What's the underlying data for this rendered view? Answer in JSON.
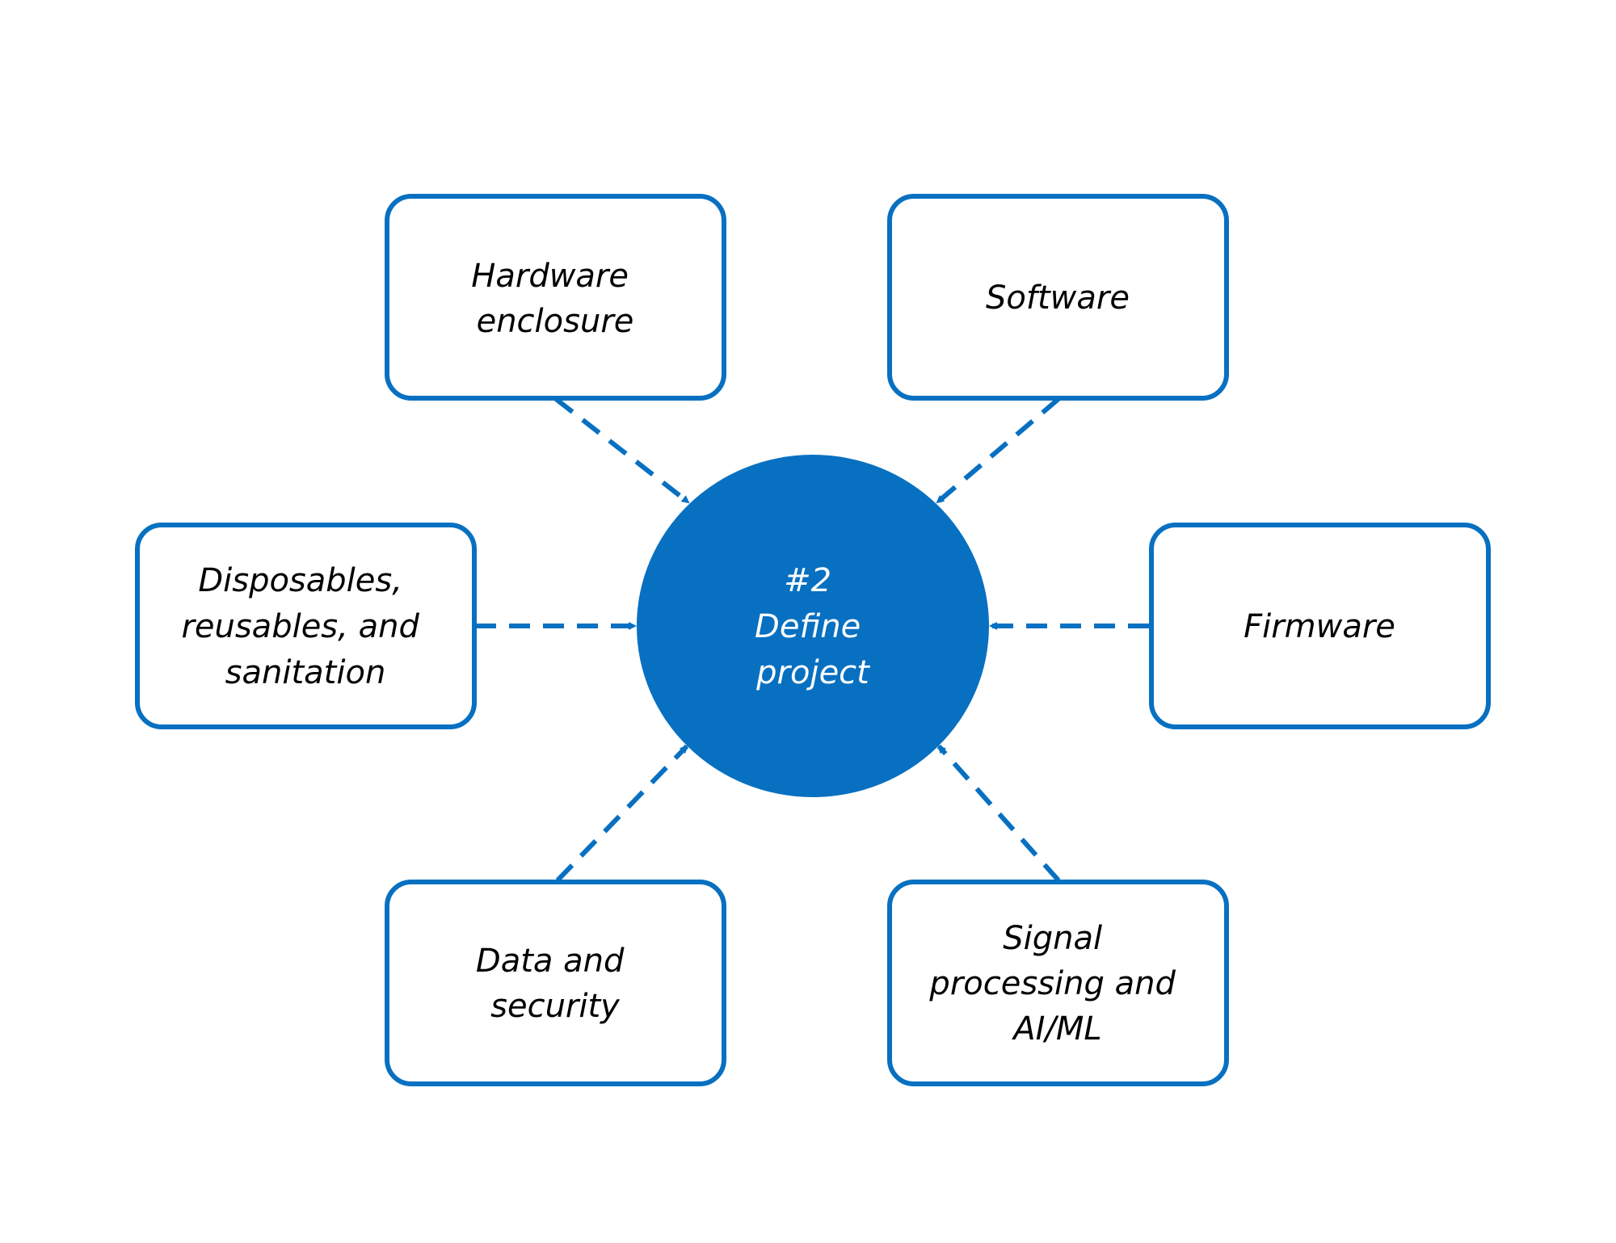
{
  "colors": {
    "accent": "#0870C1",
    "hub_fill": "#0870C1",
    "box_border": "#0870C1",
    "box_text": "#000000",
    "hub_text": "#ffffff",
    "background": "#ffffff"
  },
  "hub": {
    "lines": [
      "#2",
      "Define",
      "project"
    ]
  },
  "boxes": [
    {
      "id": "hardware-enclosure",
      "lines": [
        "Hardware",
        "enclosure"
      ]
    },
    {
      "id": "software",
      "lines": [
        "Software"
      ]
    },
    {
      "id": "disposables",
      "lines": [
        "Disposables,",
        "reusables, and",
        "sanitation"
      ]
    },
    {
      "id": "firmware",
      "lines": [
        "Firmware"
      ]
    },
    {
      "id": "data-security",
      "lines": [
        "Data and",
        "security"
      ]
    },
    {
      "id": "signal-processing",
      "lines": [
        "Signal",
        "processing and",
        "AI/ML"
      ]
    }
  ]
}
